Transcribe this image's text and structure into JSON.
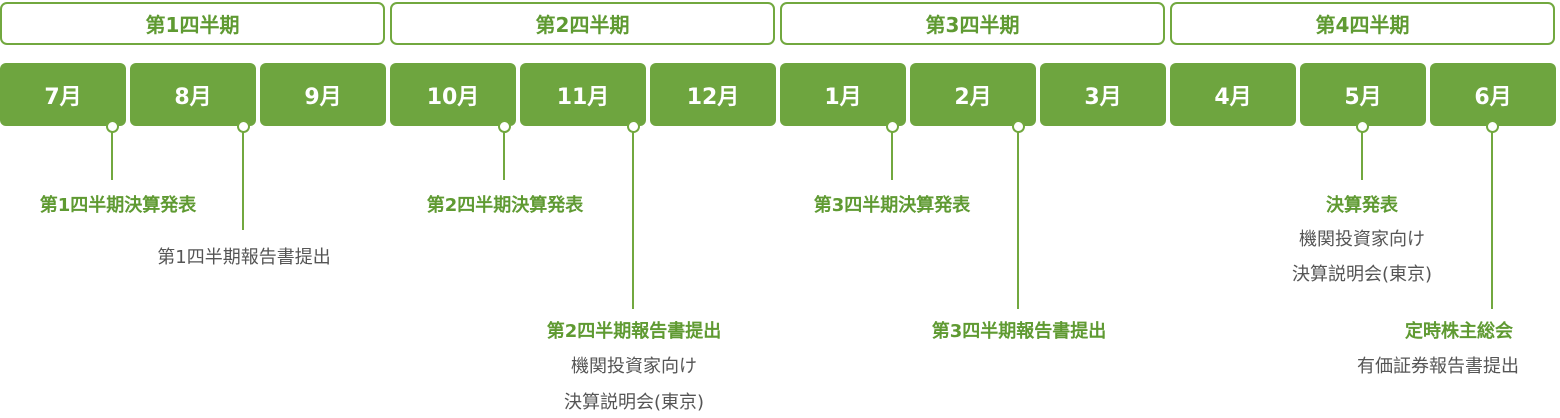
{
  "quarters": [
    "第1四半期",
    "第2四半期",
    "第3四半期",
    "第4四半期"
  ],
  "months": [
    "7月",
    "8月",
    "9月",
    "10月",
    "11月",
    "12月",
    "1月",
    "2月",
    "3月",
    "4月",
    "5月",
    "6月"
  ],
  "events": {
    "q1_results": "第1四半期決算発表",
    "q1_report": "第1四半期報告書提出",
    "q2_results": "第2四半期決算発表",
    "q2_report": "第2四半期報告書提出",
    "q2_briefing_line1": "機関投資家向け",
    "q2_briefing_line2": "決算説明会(東京)",
    "q3_results": "第3四半期決算発表",
    "q3_report": "第3四半期報告書提出",
    "fy_results": "決算発表",
    "fy_briefing_line1": "機関投資家向け",
    "fy_briefing_line2": "決算説明会(東京)",
    "agm": "定時株主総会",
    "annual_report": "有価証券報告書提出"
  }
}
